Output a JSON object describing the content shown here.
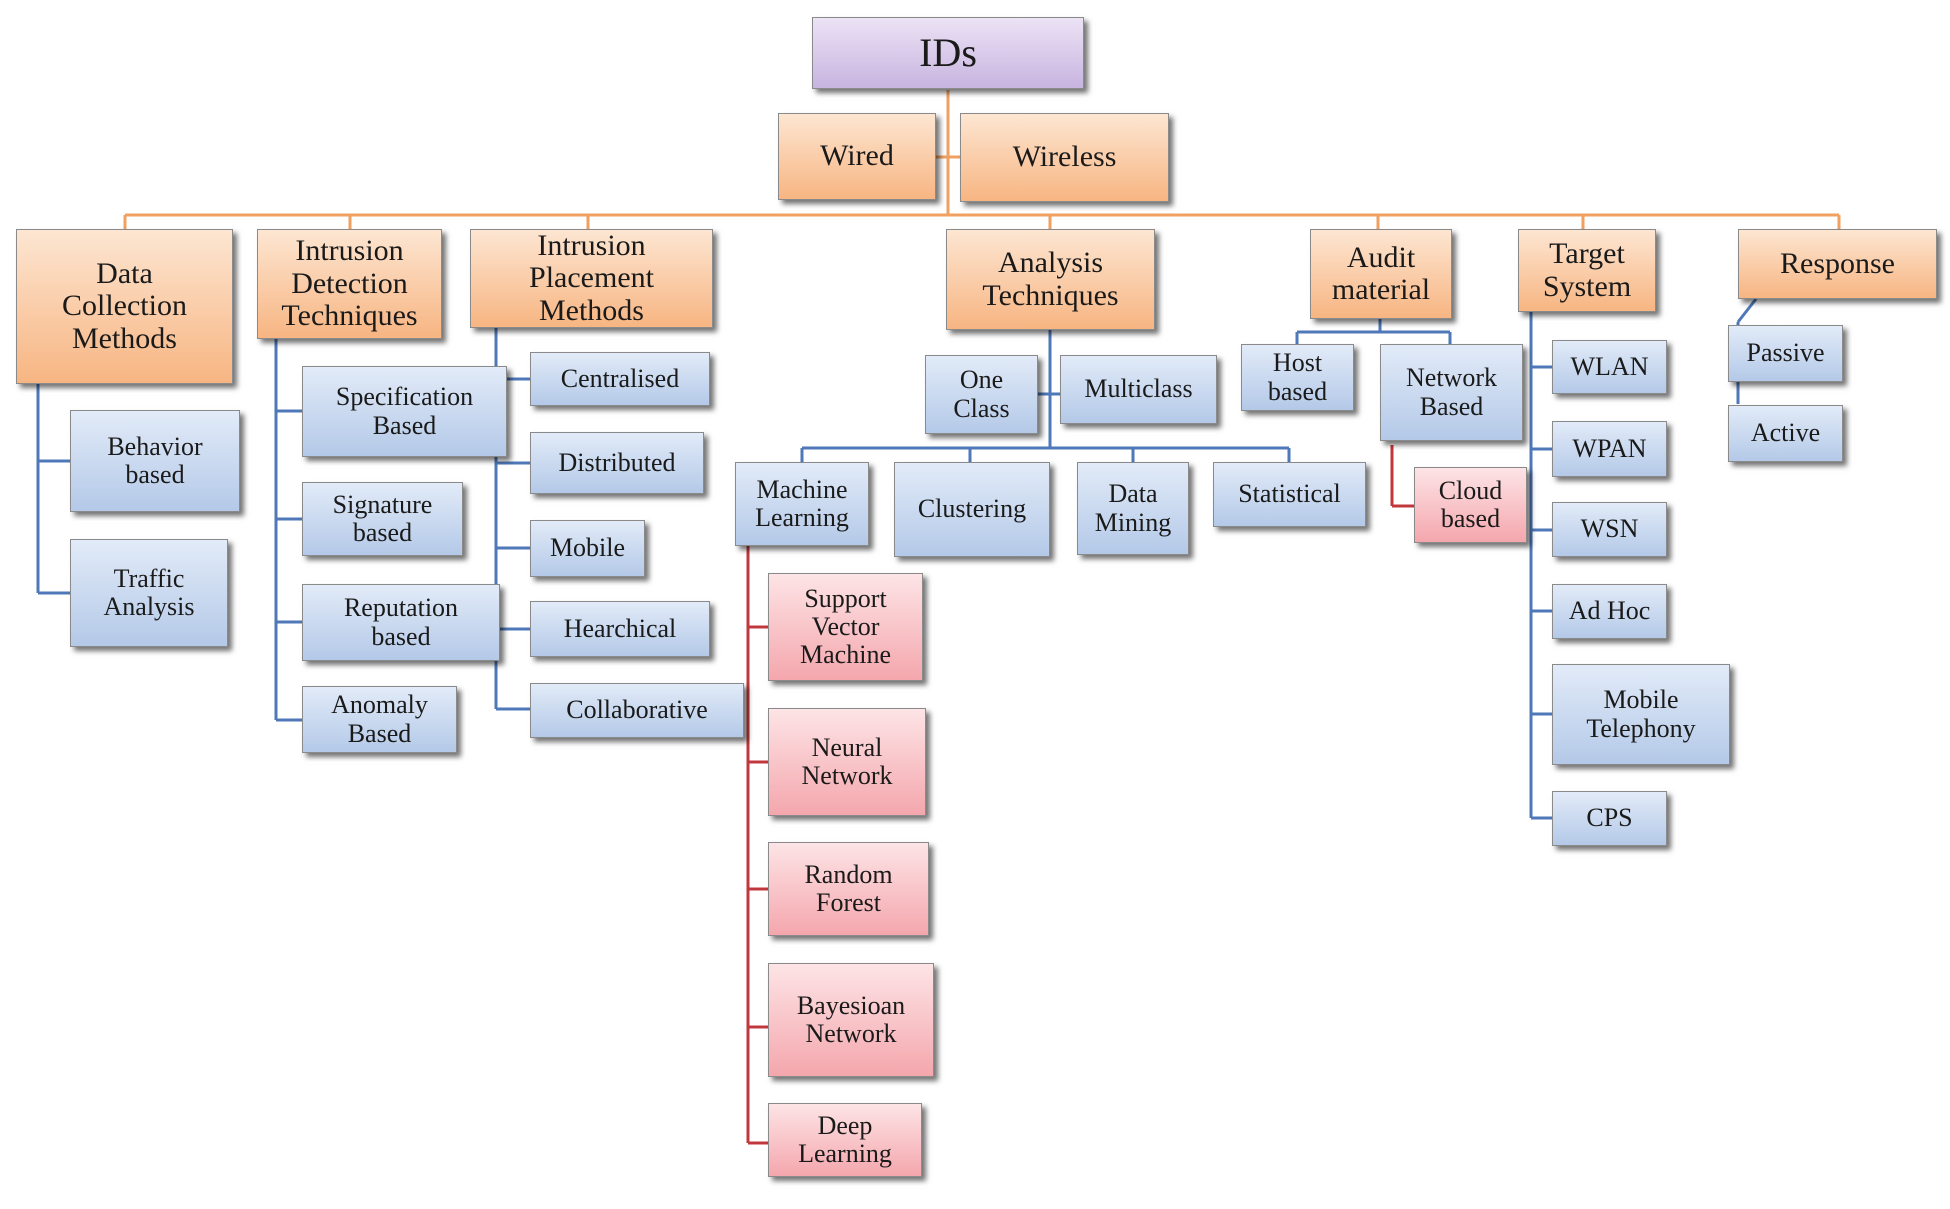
{
  "diagram": {
    "colors": {
      "orange_line": "#f0a060",
      "blue_line": "#4f78b8",
      "red_line": "#c0383c",
      "root_fill": "#d9c9ec",
      "category_fill": "#f9c9a0",
      "leaf_fill": "#c8d8f0",
      "ml_fill": "#f7bcc0"
    },
    "nodes": {
      "ids": "IDs",
      "wired": "Wired",
      "wireless": "Wireless",
      "data_collection": "Data\nCollection\nMethods",
      "detection": "Intrusion\nDetection\nTechniques",
      "placement": "Intrusion\nPlacement\nMethods",
      "analysis": "Analysis\nTechniques",
      "audit": "Audit\nmaterial",
      "target": "Target\nSystem",
      "response": "Response",
      "behavior": "Behavior\nbased",
      "traffic": "Traffic\nAnalysis",
      "specification": "Specification\nBased",
      "signature": "Signature\nbased",
      "reputation": "Reputation\nbased",
      "anomaly": "Anomaly\nBased",
      "centralised": "Centralised",
      "distributed": "Distributed",
      "mobile": "Mobile",
      "hearchical": "Hearchical",
      "collaborative": "Collaborative",
      "one_class": "One\nClass",
      "multiclass": "Multiclass",
      "machine_learning": "Machine\nLearning",
      "clustering": "Clustering",
      "data_mining": "Data\nMining",
      "statistical": "Statistical",
      "svm": "Support\nVector\nMachine",
      "neural": "Neural\nNetwork",
      "random_forest": "Random\nForest",
      "bayesian": "Bayesioan\nNetwork",
      "deep_learning": "Deep\nLearning",
      "host_based": "Host\nbased",
      "network_based": "Network\nBased",
      "cloud_based": "Cloud\nbased",
      "wlan": "WLAN",
      "wpan": "WPAN",
      "wsn": "WSN",
      "adhoc": "Ad Hoc",
      "mobile_telephony": "Mobile\nTelephony",
      "cps": "CPS",
      "passive": "Passive",
      "active": "Active"
    }
  }
}
